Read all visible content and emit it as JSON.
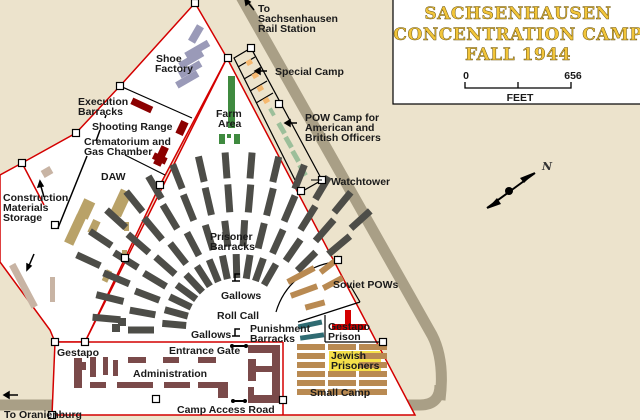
{
  "title": {
    "line1": "SACHSENHAUSEN",
    "line2": "CONCENTRATION CAMP",
    "line3": "FALL 1944"
  },
  "scale": {
    "min": "0",
    "max": "656",
    "unit": "FEET"
  },
  "compass": "N",
  "labels": {
    "rail": [
      "To",
      "Sachsenhausen",
      "Rail Station"
    ],
    "special_camp": "Special Camp",
    "pow": [
      "POW Camp for",
      "American and",
      "British Officers"
    ],
    "watchtower": "Watchtower",
    "shoe": [
      "Shoe",
      "Factory"
    ],
    "execution": [
      "Execution",
      "Barracks"
    ],
    "shooting": "Shooting Range",
    "crematorium": [
      "Crematorium and",
      "Gas Chamber"
    ],
    "farm": [
      "Farm",
      "Area"
    ],
    "daw": "DAW",
    "construction": [
      "Construction",
      "Materials",
      "Storage"
    ],
    "prisoner": [
      "Prisoner",
      "Barracks"
    ],
    "gallows1": "Gallows",
    "gallows2": "Gallows",
    "roll_call": "Roll Call",
    "soviet": "Soviet POWs",
    "punishment": [
      "Punishment",
      "Barracks"
    ],
    "gestapo_prison": [
      "Gestapo",
      "Prison"
    ],
    "jewish": [
      "Jewish",
      "Prisoners"
    ],
    "small_camp": "Small Camp",
    "gestapo": "Gestapo",
    "entrance": "Entrance Gate",
    "administration": "Administration",
    "access_road": "Camp Access Road",
    "oranienburg": "To Oranienburg"
  },
  "colors": {
    "wall": "#d40000",
    "road": "#a99f86",
    "barracks": "#4d4d48",
    "farm": "#3f8a3f",
    "shoe": "#9a9ab8",
    "execution": "#8b0000",
    "daw": "#b9a268",
    "special": "#f5b870",
    "pow": "#9cbf9a",
    "soviet": "#b98a52",
    "admin": "#7a4a4a",
    "punish": "#2f6b72",
    "jewish_hl": "#f5e04a"
  }
}
